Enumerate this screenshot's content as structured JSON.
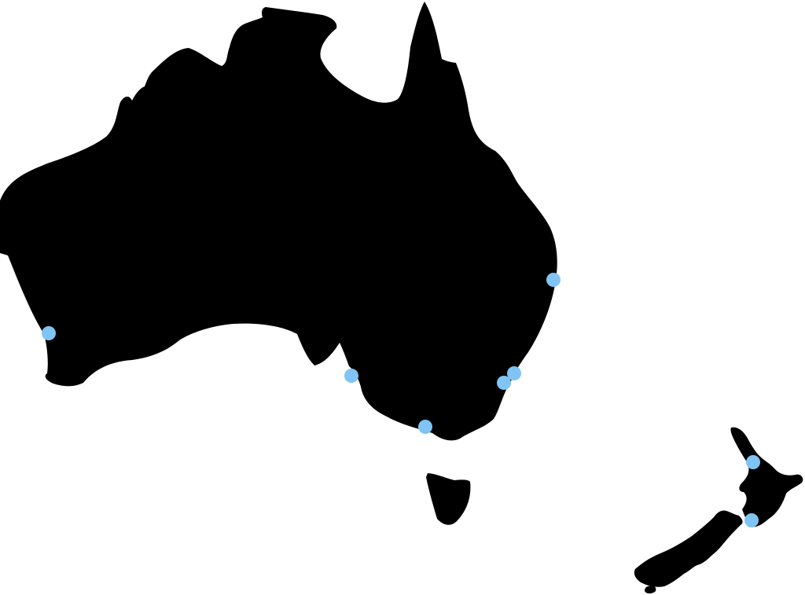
{
  "map": {
    "land_color": "#000000",
    "background_color": "#ffffff",
    "marker_color": "#7fc4f4",
    "regions": [
      {
        "id": "australia-mainland"
      },
      {
        "id": "tasmania"
      },
      {
        "id": "new-zealand-north-island"
      },
      {
        "id": "new-zealand-south-island"
      },
      {
        "id": "stewart-island"
      }
    ],
    "markers": [
      {
        "id": "marker-perth"
      },
      {
        "id": "marker-adelaide"
      },
      {
        "id": "marker-melbourne"
      },
      {
        "id": "marker-canberra"
      },
      {
        "id": "marker-sydney"
      },
      {
        "id": "marker-brisbane"
      },
      {
        "id": "marker-auckland"
      },
      {
        "id": "marker-wellington"
      }
    ]
  }
}
